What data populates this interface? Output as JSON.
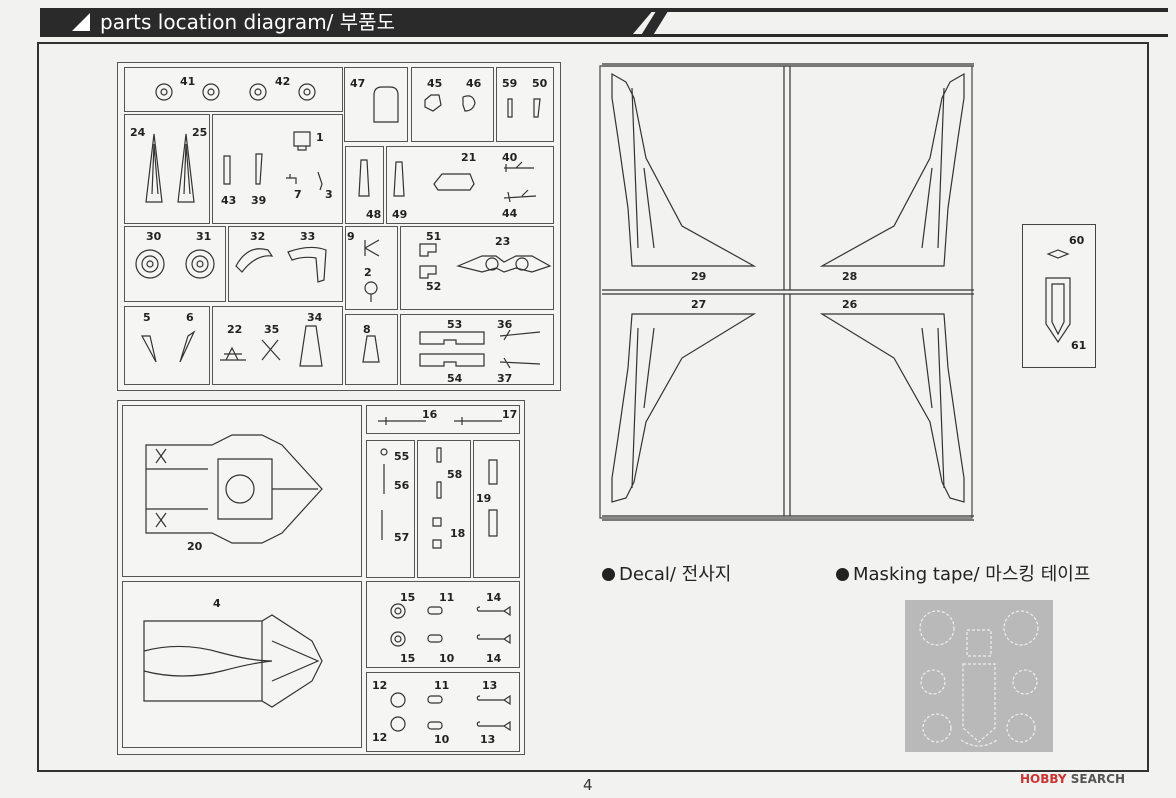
{
  "header": {
    "title": "parts location diagram/ 부품도"
  },
  "sprue_a": {
    "row1": {
      "l41": "41",
      "l42": "42",
      "l47": "47",
      "l45": "45",
      "l46": "46",
      "l59": "59",
      "l50": "50"
    },
    "row2": {
      "l24": "24",
      "l25": "25",
      "l1": "1",
      "l43": "43",
      "l39": "39",
      "l7": "7",
      "l3": "3",
      "l48": "48",
      "l49": "49",
      "l21": "21",
      "l40": "40",
      "l44": "44"
    },
    "row3": {
      "l30": "30",
      "l31": "31",
      "l32": "32",
      "l33": "33",
      "l9": "9",
      "l2": "2",
      "l51": "51",
      "l52": "52",
      "l23": "23"
    },
    "row4": {
      "l5": "5",
      "l6": "6",
      "l22": "22",
      "l35": "35",
      "l34": "34",
      "l8": "8",
      "l53": "53",
      "l54": "54",
      "l36": "36",
      "l37": "37"
    }
  },
  "sprue_b": {
    "l20": "20",
    "l4": "4",
    "l16": "16",
    "l17": "17",
    "l55": "55",
    "l56": "56",
    "l57": "57",
    "l58": "58",
    "l18": "18",
    "l19": "19",
    "l15a": "15",
    "l11a": "11",
    "l14a": "14",
    "l15b": "15",
    "l10a": "10",
    "l14b": "14",
    "l12a": "12",
    "l11b": "11",
    "l13a": "13",
    "l12b": "12",
    "l10b": "10",
    "l13b": "13"
  },
  "sprue_c": {
    "l29": "29",
    "l28": "28",
    "l27": "27",
    "l26": "26"
  },
  "clear_parts": {
    "l60": "60",
    "l61": "61"
  },
  "decal_label": "Decal/ 전사지",
  "masking_label": "Masking tape/ 마스킹 테이프",
  "page_number": "4",
  "watermark": {
    "brand": "HOBBY",
    "suffix": "SEARCH"
  }
}
